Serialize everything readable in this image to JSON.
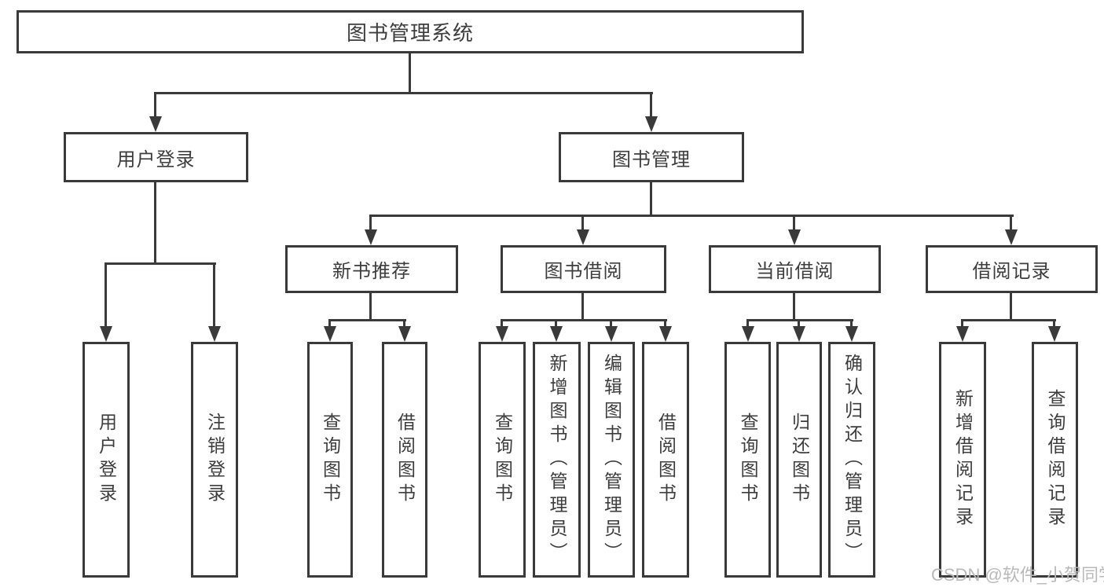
{
  "diagram": {
    "title": "图书管理系统",
    "type": "hierarchy-tree",
    "colors": {
      "line": "#3a3a3a",
      "text": "#3d3d3d",
      "background": "#ffffff",
      "watermark": "#b9b9b9"
    },
    "nodes": {
      "root": "图书管理系统",
      "level2": [
        "用户登录",
        "图书管理"
      ],
      "level3": [
        "新书推荐",
        "图书借阅",
        "当前借阅",
        "借阅记录"
      ],
      "login_children": [
        "用户登录",
        "注销登录"
      ],
      "newbook_children": [
        "查询图书",
        "借阅图书"
      ],
      "borrow_children": [
        "查询图书",
        "新增图书（管理员）",
        "编辑图书（管理员）",
        "借阅图书"
      ],
      "current_children": [
        "查询图书",
        "归还图书",
        "确认归还（管理员）"
      ],
      "record_children": [
        "新增借阅记录",
        "查询借阅记录"
      ]
    },
    "watermark": "CSDN @软件_小贺同学"
  }
}
